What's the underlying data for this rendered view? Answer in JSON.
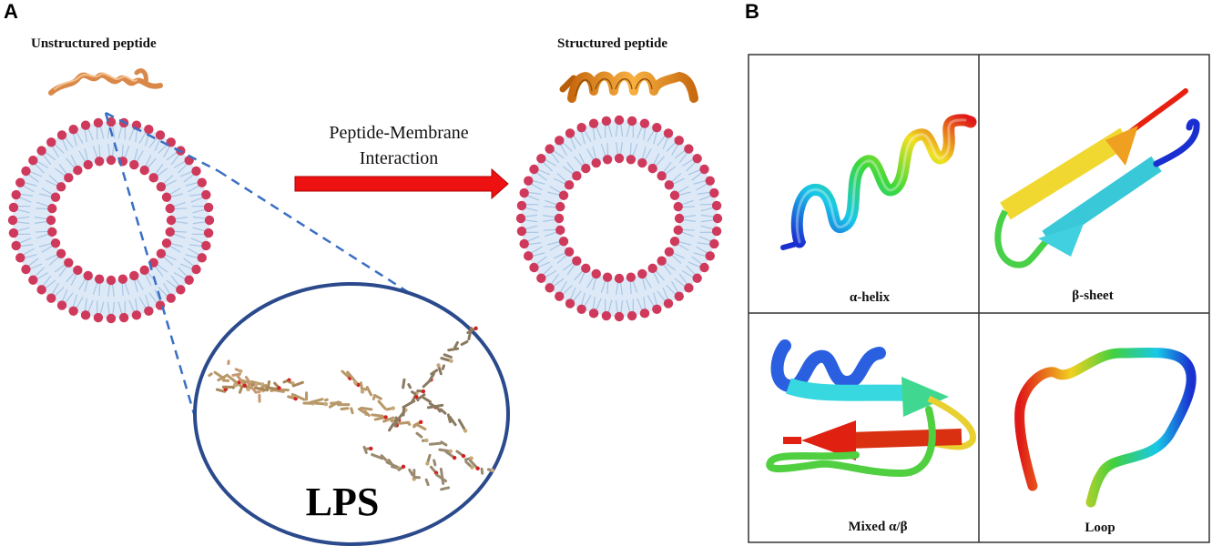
{
  "panel_a": {
    "letter": "A",
    "unstructured_label": "Unstructured peptide",
    "structured_label": "Structured peptide",
    "arrow_label_line1": "Peptide-Membrane",
    "arrow_label_line2": "Interaction",
    "zoom_label": "LPS"
  },
  "panel_b": {
    "letter": "B",
    "structures": [
      {
        "label": "α-helix"
      },
      {
        "label": "β-sheet"
      },
      {
        "label": "Mixed α/β"
      },
      {
        "label": "Loop"
      }
    ]
  },
  "colors": {
    "lipid_head": "#cf3a5c",
    "lipid_tail": "#a8c6e6",
    "membrane_fill": "#dde9f6",
    "arrow": "#ee1111",
    "zoom_circle": "#2a4a8c",
    "zoom_lines": "#3a6fc4",
    "peptide_unstructured": "#e09a5e",
    "peptide_structured": "#f0a030"
  }
}
